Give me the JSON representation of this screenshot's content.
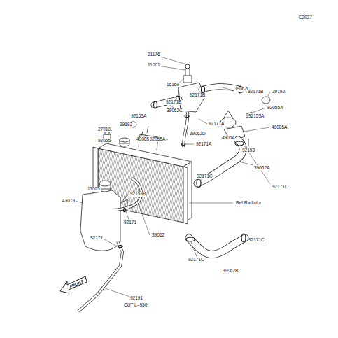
{
  "diagram": {
    "labels": [
      "E3037",
      "21176",
      "11061",
      "16160",
      "39062C",
      "92171B",
      "39192",
      "92171B",
      "92055A",
      "92171B",
      "39062C",
      "92153A",
      "92153A",
      "39192",
      "92171A",
      "49085A",
      "27010",
      "49085",
      "92055A",
      "49054",
      "92055",
      "39062D",
      "92171A",
      "92153",
      "39062A",
      "92171C",
      "92171C",
      "11065",
      "92153B",
      "43078",
      "Ref.Radiator",
      "92171",
      "39062",
      "92171",
      "92171C",
      "92171C",
      "39062B",
      "92191",
      "CUT L=950",
      "FRONT"
    ]
  }
}
